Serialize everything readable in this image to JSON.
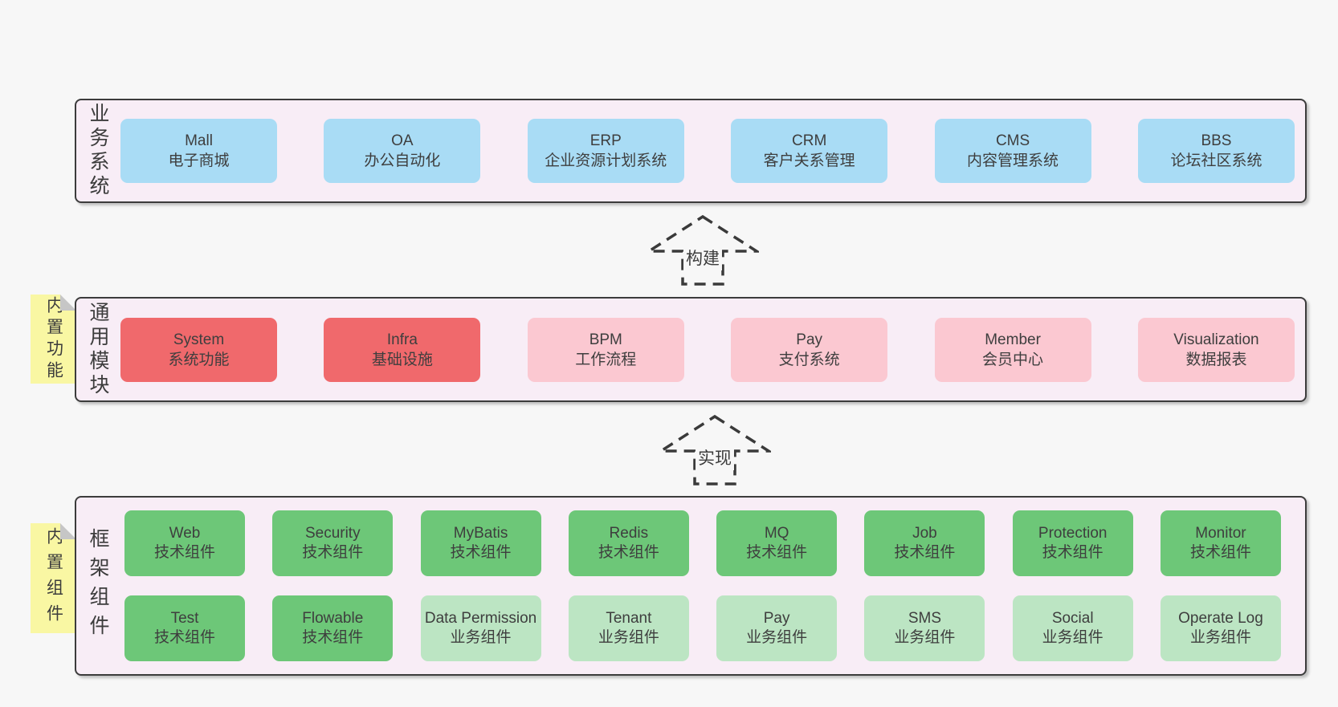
{
  "colors": {
    "page_background": "#f7f7f7",
    "band_background": "#f8edf6",
    "band_border": "#3c3c3c",
    "box_blue": "#a9dcf5",
    "box_red": "#f0696c",
    "box_pink": "#fbc8d1",
    "box_green": "#6dc778",
    "box_light_green": "#bce5c3",
    "note_yellow": "#f9f7a3",
    "text": "#3e3e3e"
  },
  "arrows": [
    {
      "label": "构建"
    },
    {
      "label": "实现"
    }
  ],
  "bands": [
    {
      "label": "业务系统",
      "boxes": [
        {
          "title": "Mall",
          "subtitle": "电子商城",
          "variant": "blue"
        },
        {
          "title": "OA",
          "subtitle": "办公自动化",
          "variant": "blue"
        },
        {
          "title": "ERP",
          "subtitle": "企业资源计划系统",
          "variant": "blue"
        },
        {
          "title": "CRM",
          "subtitle": "客户关系管理",
          "variant": "blue"
        },
        {
          "title": "CMS",
          "subtitle": "内容管理系统",
          "variant": "blue"
        },
        {
          "title": "BBS",
          "subtitle": "论坛社区系统",
          "variant": "blue"
        }
      ]
    },
    {
      "label": "通用模块",
      "note": "内置功能",
      "boxes": [
        {
          "title": "System",
          "subtitle": "系统功能",
          "variant": "red"
        },
        {
          "title": "Infra",
          "subtitle": "基础设施",
          "variant": "red"
        },
        {
          "title": "BPM",
          "subtitle": "工作流程",
          "variant": "pink"
        },
        {
          "title": "Pay",
          "subtitle": "支付系统",
          "variant": "pink"
        },
        {
          "title": "Member",
          "subtitle": "会员中心",
          "variant": "pink"
        },
        {
          "title": "Visualization",
          "subtitle": "数据报表",
          "variant": "pink"
        }
      ]
    },
    {
      "label": "框架组件",
      "note": "内置组件",
      "rows": [
        [
          {
            "title": "Web",
            "subtitle": "技术组件",
            "variant": "green"
          },
          {
            "title": "Security",
            "subtitle": "技术组件",
            "variant": "green"
          },
          {
            "title": "MyBatis",
            "subtitle": "技术组件",
            "variant": "green"
          },
          {
            "title": "Redis",
            "subtitle": "技术组件",
            "variant": "green"
          },
          {
            "title": "MQ",
            "subtitle": "技术组件",
            "variant": "green"
          },
          {
            "title": "Job",
            "subtitle": "技术组件",
            "variant": "green"
          },
          {
            "title": "Protection",
            "subtitle": "技术组件",
            "variant": "green"
          },
          {
            "title": "Monitor",
            "subtitle": "技术组件",
            "variant": "green"
          }
        ],
        [
          {
            "title": "Test",
            "subtitle": "技术组件",
            "variant": "green"
          },
          {
            "title": "Flowable",
            "subtitle": "技术组件",
            "variant": "green"
          },
          {
            "title": "Data Permission",
            "subtitle": "业务组件",
            "variant": "lightgreen"
          },
          {
            "title": "Tenant",
            "subtitle": "业务组件",
            "variant": "lightgreen"
          },
          {
            "title": "Pay",
            "subtitle": "业务组件",
            "variant": "lightgreen"
          },
          {
            "title": "SMS",
            "subtitle": "业务组件",
            "variant": "lightgreen"
          },
          {
            "title": "Social",
            "subtitle": "业务组件",
            "variant": "lightgreen"
          },
          {
            "title": "Operate Log",
            "subtitle": "业务组件",
            "variant": "lightgreen"
          }
        ]
      ]
    }
  ]
}
